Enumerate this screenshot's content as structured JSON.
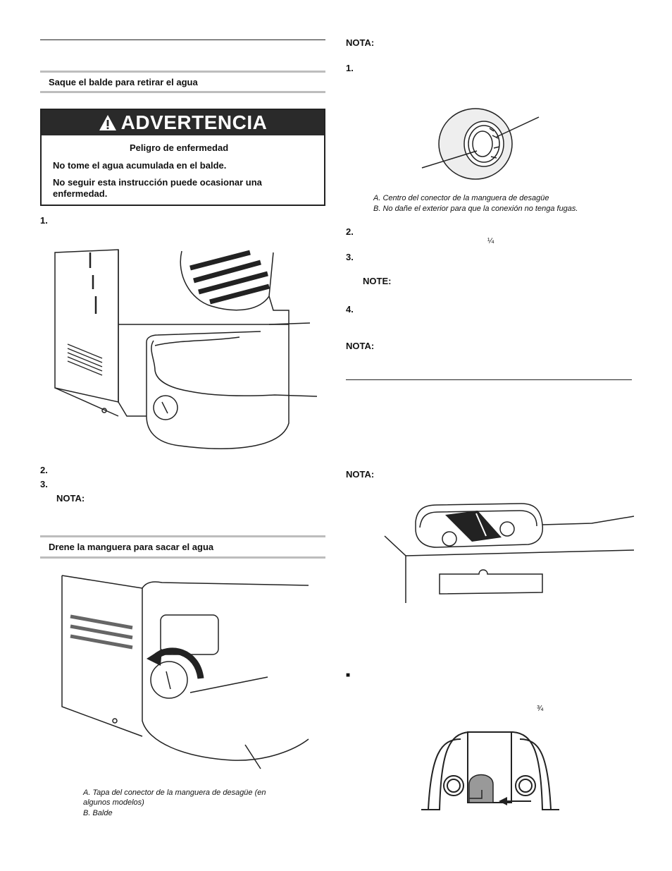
{
  "left": {
    "section1_heading": "Saque el balde para retirar el agua",
    "warning": {
      "title": "ADVERTENCIA",
      "hazard": "Peligro de enfermedad",
      "line1": "No tome el agua acumulada en el balde.",
      "line2": "No seguir esta instrucción puede ocasionar una enfermedad."
    },
    "step1": "1.",
    "step2": "2.",
    "step3": "3.",
    "nota": "NOTA:",
    "section2_heading": "Drene la manguera para sacar el agua",
    "caption_a": "A. Tapa del conector de la manguera de desagüe (en algunos modelos)",
    "caption_b": "B. Balde"
  },
  "right": {
    "nota1": "NOTA:",
    "step1": "1.",
    "caption_a": "A. Centro del conector de la manguera de desagüe",
    "caption_b": "B. No dañe el exterior para que la conexión no tenga fugas.",
    "step2": "2.",
    "fraction1": "¼",
    "step3": "3.",
    "note": "NOTE:",
    "step4": "4.",
    "nota2": "NOTA:",
    "nota3": "NOTA:",
    "bullet": "■",
    "fraction2": "¾"
  }
}
